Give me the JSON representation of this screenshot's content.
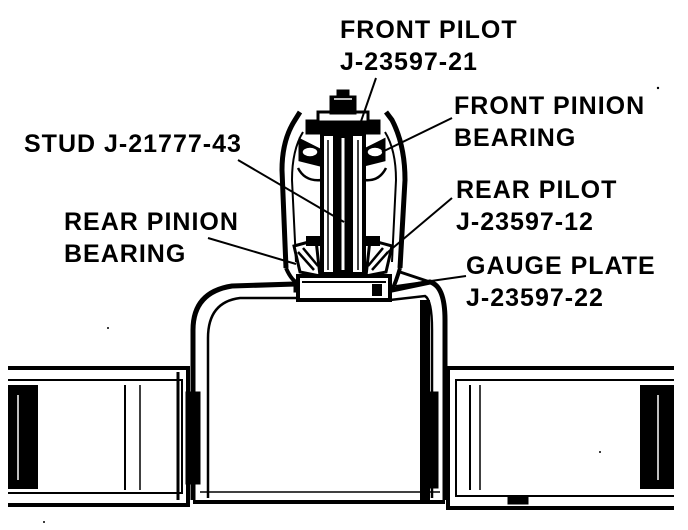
{
  "callouts": {
    "front_pilot": {
      "name": "FRONT PILOT",
      "part": "J-23597-21"
    },
    "front_pinion_bearing": {
      "line1": "FRONT PINION",
      "line2": "BEARING"
    },
    "stud": {
      "text": "STUD J-21777-43"
    },
    "rear_pilot": {
      "name": "REAR PILOT",
      "part": "J-23597-12"
    },
    "rear_pinion_bearing": {
      "line1": "REAR PINION",
      "line2": "BEARING"
    },
    "gauge_plate": {
      "name": "GAUGE PLATE",
      "part": "J-23597-22"
    }
  },
  "colors": {
    "ink": "#000000",
    "paper": "#ffffff"
  }
}
